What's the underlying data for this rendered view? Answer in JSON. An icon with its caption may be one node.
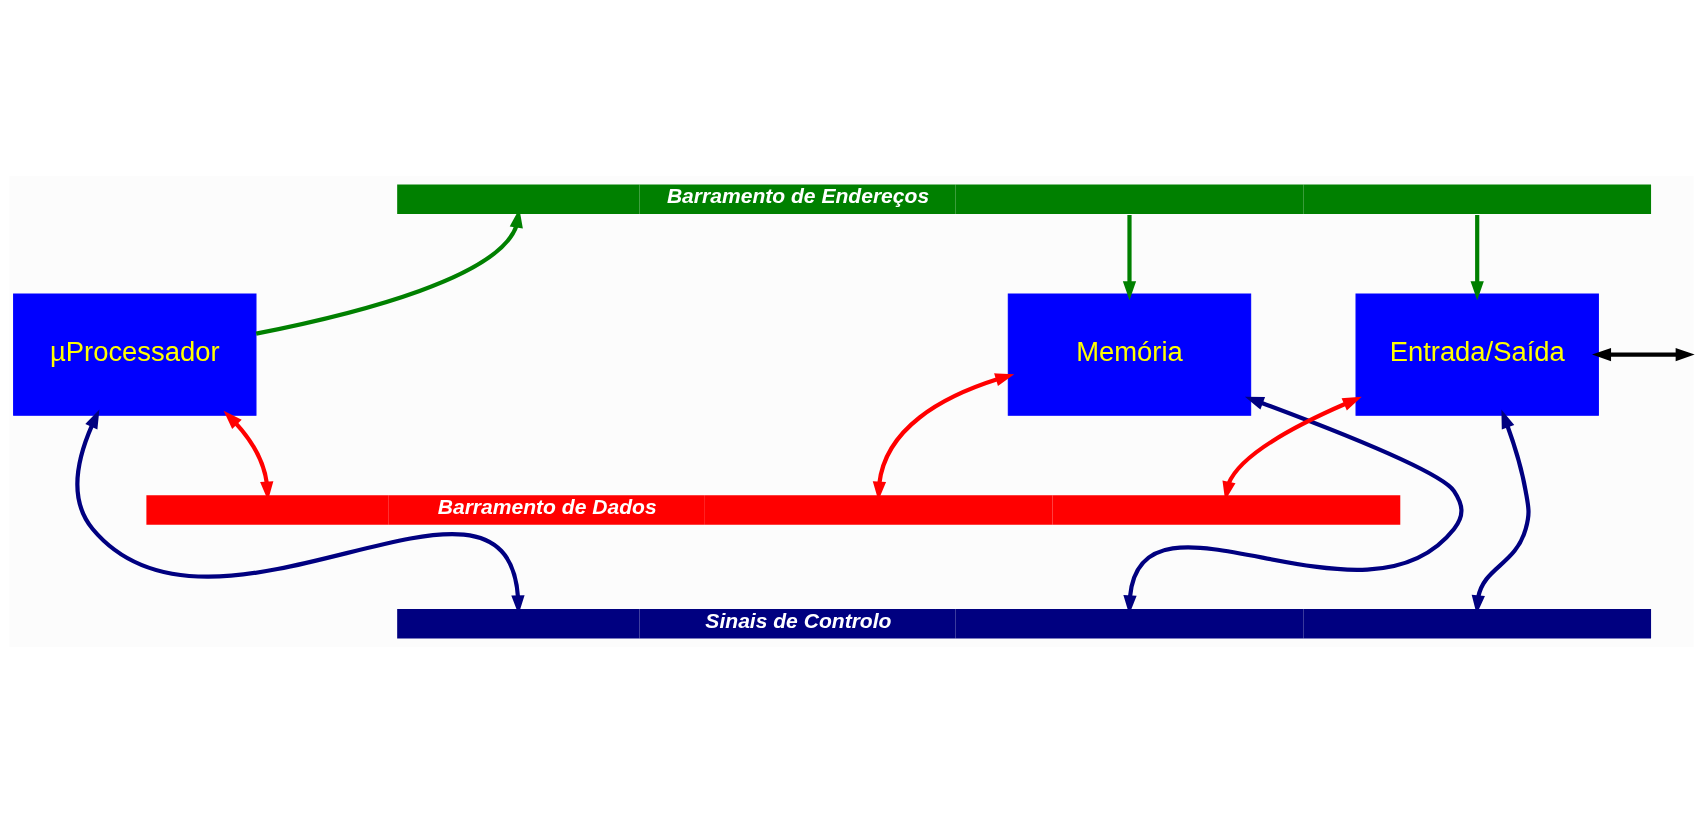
{
  "diagram": {
    "nodes": [
      {
        "text": [
          "Barramento de Endereços"
        ]
      },
      {
        "text": [
          "µProcessador"
        ]
      },
      {
        "text": [
          "Memória"
        ]
      },
      {
        "text": [
          "Entrada/Saída"
        ]
      },
      {
        "text": [
          "Barramento de Dados"
        ]
      },
      {
        "text": [
          "Sinais de Controlo"
        ]
      }
    ],
    "edges": [
      {
        "from": 1,
        "to": 0,
        "arrow": "to",
        "color": "#008000"
      },
      {
        "from": 0,
        "to": 2,
        "arrow": "to",
        "color": "#008000"
      },
      {
        "from": 0,
        "to": 3,
        "arrow": "to",
        "color": "#008000"
      },
      {
        "from": 1,
        "to": 4,
        "arrow": "both",
        "color": "#ff0000"
      },
      {
        "from": 2,
        "to": 4,
        "arrow": "both",
        "color": "#ff0000"
      },
      {
        "from": 3,
        "to": 4,
        "arrow": "both",
        "color": "#ff0000"
      },
      {
        "from": 1,
        "to": 5,
        "arrow": "both",
        "color": "#000080"
      },
      {
        "from": 2,
        "to": 5,
        "arrow": "both",
        "color": "#000080"
      },
      {
        "from": 3,
        "to": 5,
        "arrow": "both",
        "color": "#000080"
      },
      {
        "from": 3,
        "to": null,
        "arrow": "both",
        "color": "#000000"
      }
    ]
  }
}
